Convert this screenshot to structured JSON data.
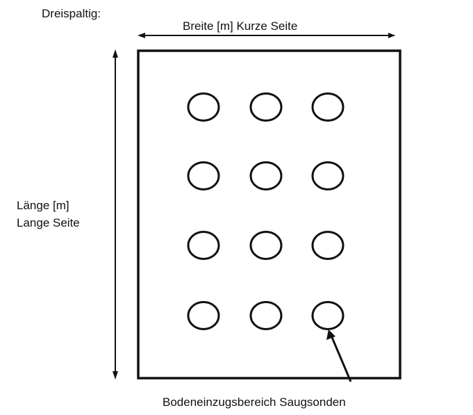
{
  "title": "Dreispaltig:",
  "width_label": "Breite [m] Kurze Seite",
  "length_label_line1": "Länge [m]",
  "length_label_line2": "Lange Seite",
  "probe_label": "Bodeneinzugsbereich Saugsonden",
  "grid": {
    "columns": 3,
    "rows": 4
  }
}
